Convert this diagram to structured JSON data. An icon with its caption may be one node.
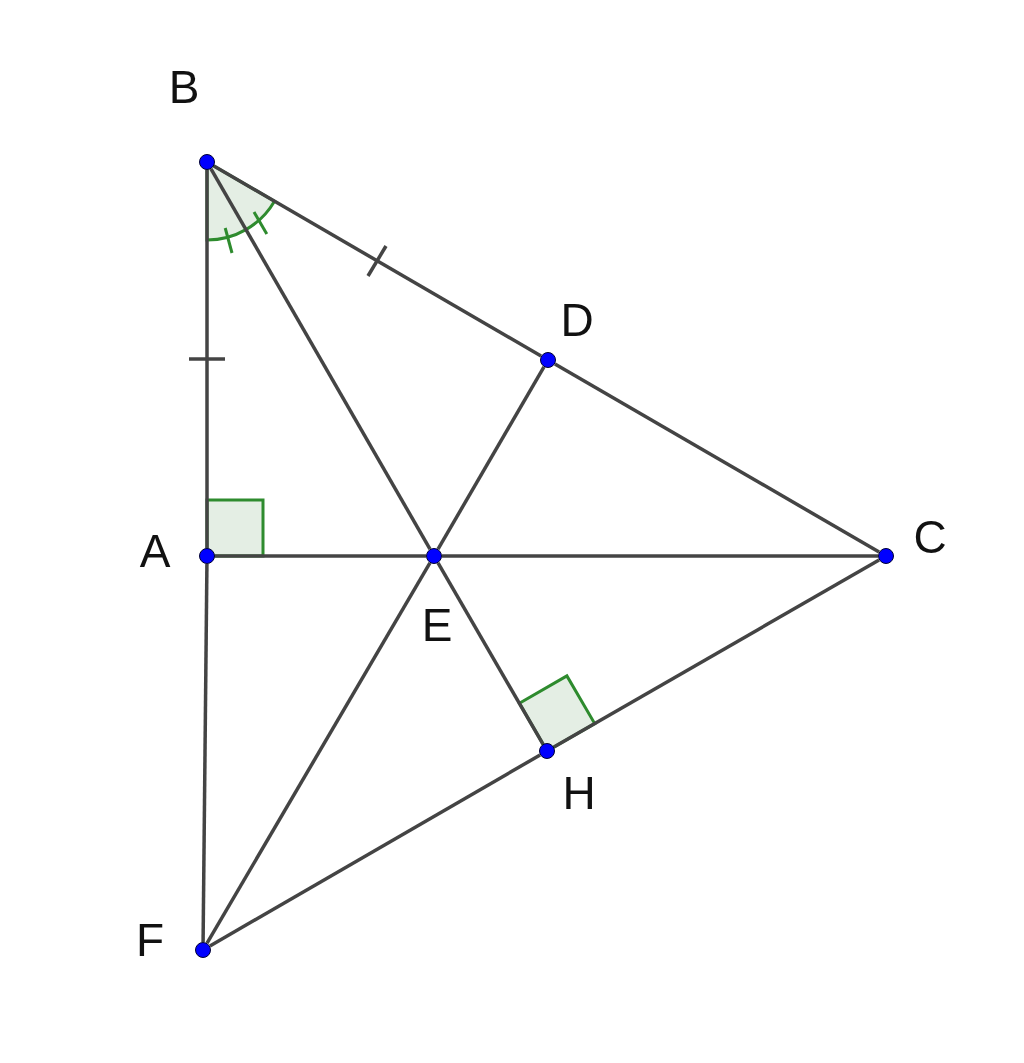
{
  "diagram": {
    "nodes": [
      {
        "text": [],
        "shape": "circle",
        "beside": [
          "B"
        ]
      },
      {
        "text": [],
        "shape": "circle",
        "beside": [
          "D"
        ]
      },
      {
        "text": [],
        "shape": "circle",
        "beside": [
          "A"
        ]
      },
      {
        "text": [],
        "shape": "circle",
        "beside": [
          "E"
        ]
      },
      {
        "text": [],
        "shape": "circle",
        "beside": [
          "C"
        ]
      },
      {
        "text": [],
        "shape": "circle",
        "beside": [
          "H"
        ]
      },
      {
        "text": [],
        "shape": "circle",
        "beside": [
          "F"
        ]
      }
    ],
    "edges": [
      {
        "from": 0,
        "to": 2,
        "arrow": "none"
      },
      {
        "from": 2,
        "to": 6,
        "arrow": "none"
      },
      {
        "from": 0,
        "to": 1,
        "arrow": "none"
      },
      {
        "from": 1,
        "to": 4,
        "arrow": "none"
      },
      {
        "from": 0,
        "to": 3,
        "arrow": "none"
      },
      {
        "from": 3,
        "to": 5,
        "arrow": "none"
      },
      {
        "from": 2,
        "to": 3,
        "arrow": "none"
      },
      {
        "from": 3,
        "to": 4,
        "arrow": "none"
      },
      {
        "from": 1,
        "to": 3,
        "arrow": "none"
      },
      {
        "from": 3,
        "to": 6,
        "arrow": "none"
      },
      {
        "from": 6,
        "to": 5,
        "arrow": "none"
      },
      {
        "from": 5,
        "to": 4,
        "arrow": "none"
      }
    ]
  }
}
